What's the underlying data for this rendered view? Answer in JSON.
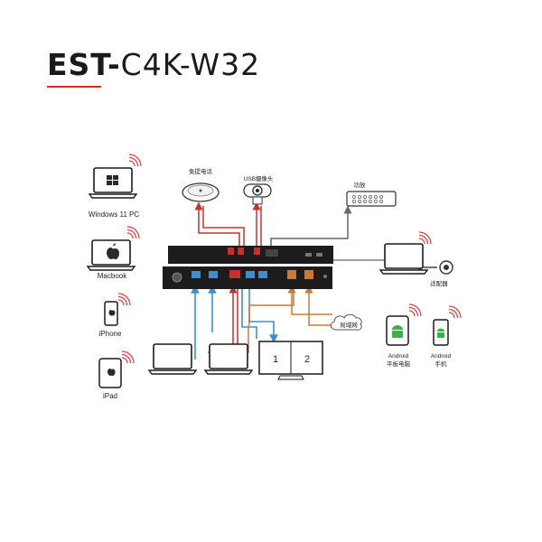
{
  "title": {
    "bold": "EST-",
    "rest": "C4K-W32"
  },
  "devices": {
    "windows_pc": "Windows 11 PC",
    "macbook": "Macbook",
    "iphone": "iPhone",
    "ipad": "iPad",
    "speakerphone": "免提电话",
    "usb_camera": "USB摄像头",
    "amplifier": "功放",
    "adapter": "适配器",
    "lan": "局域网",
    "android_tablet_line1": "Android",
    "android_tablet_line2": "平板电脑",
    "android_phone_line1": "Android",
    "android_phone_line2": "手机",
    "screen_1": "1",
    "screen_2": "2"
  },
  "colors": {
    "accent": "#d62828",
    "usb_red": "#c8302a",
    "hdmi_blue": "#3a8fd6",
    "lan_orange": "#c77a3c",
    "audio_gray": "#666666",
    "device_dark": "#1c1c1c",
    "wifi_red": "#e03a3a"
  }
}
